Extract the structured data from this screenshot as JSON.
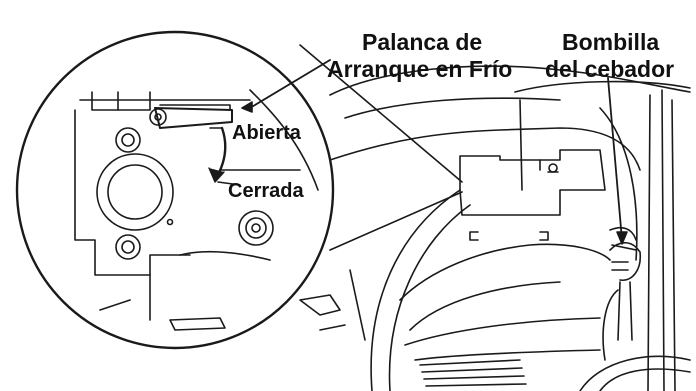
{
  "labels": {
    "lever_line1": "Palanca de",
    "lever_line2": "Arranque en Frío",
    "primer_line1": "Bombilla",
    "primer_line2": "del cebador",
    "open": "Abierta",
    "closed": "Cerrada"
  },
  "colors": {
    "line": "#1a1a1a",
    "background": "#ffffff"
  }
}
